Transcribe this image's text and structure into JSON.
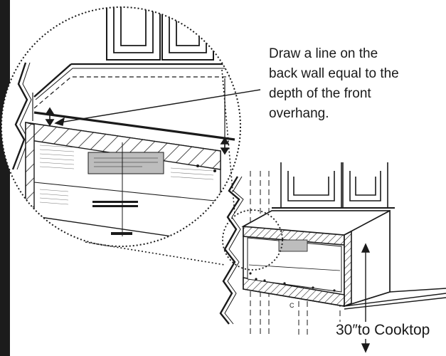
{
  "instruction_lines": [
    "Draw a line on the",
    "back wall equal to the",
    "depth of the front",
    "overhang."
  ],
  "clearance_label": "30″to Cooktop",
  "cabinet_letter": "C",
  "colors": {
    "line": "#1a1a1a",
    "hatch": "#222222",
    "label_panel": "#bdbdbd",
    "background": "#ffffff",
    "left_bar": "#1c1c1c"
  }
}
